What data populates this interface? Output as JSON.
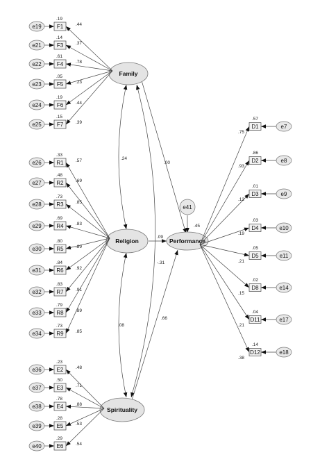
{
  "latents": {
    "family": "Family",
    "religion": "Religion",
    "spirituality": "Spirituality",
    "performance": "Performance"
  },
  "disturbance": {
    "name": "e41",
    "r2": ".45"
  },
  "family_items": [
    {
      "error": "e19",
      "item": "F1",
      "r2": ".19",
      "loading": ".44"
    },
    {
      "error": "e21",
      "item": "F3",
      "r2": ".14",
      "loading": ".37"
    },
    {
      "error": "e22",
      "item": "F4",
      "r2": ".61",
      "loading": ".78"
    },
    {
      "error": "e23",
      "item": "F5",
      "r2": ".05",
      "loading": ".23"
    },
    {
      "error": "e24",
      "item": "F6",
      "r2": ".19",
      "loading": ".44"
    },
    {
      "error": "e25",
      "item": "F7",
      "r2": ".15",
      "loading": ".39"
    }
  ],
  "religion_items": [
    {
      "error": "e26",
      "item": "R1",
      "r2": ".33",
      "loading": ".57"
    },
    {
      "error": "e27",
      "item": "R2",
      "r2": ".48",
      "loading": ".69"
    },
    {
      "error": "e28",
      "item": "R3",
      "r2": ".73",
      "loading": ".85"
    },
    {
      "error": "e29",
      "item": "R4",
      "r2": ".69",
      "loading": ".83"
    },
    {
      "error": "e30",
      "item": "R5",
      "r2": ".80",
      "loading": ".89"
    },
    {
      "error": "e31",
      "item": "R6",
      "r2": ".84",
      "loading": ".92"
    },
    {
      "error": "e32",
      "item": "R7",
      "r2": ".83",
      "loading": ".91"
    },
    {
      "error": "e33",
      "item": "R8",
      "r2": ".79",
      "loading": ".89"
    },
    {
      "error": "e34",
      "item": "R9",
      "r2": ".73",
      "loading": ".85"
    }
  ],
  "spirituality_items": [
    {
      "error": "e36",
      "item": "E2",
      "r2": ".23",
      "loading": ".48"
    },
    {
      "error": "e37",
      "item": "E3",
      "r2": ".50",
      "loading": ".71"
    },
    {
      "error": "e38",
      "item": "E4",
      "r2": ".78",
      "loading": ".88"
    },
    {
      "error": "e39",
      "item": "E5",
      "r2": ".28",
      "loading": ".53"
    },
    {
      "error": "e40",
      "item": "E6",
      "r2": ".29",
      "loading": ".54"
    }
  ],
  "performance_items": [
    {
      "item": "D1",
      "error": "e7",
      "r2": ".57",
      "loading": ".75"
    },
    {
      "item": "D2",
      "error": "e8",
      "r2": ".86",
      "loading": ".93"
    },
    {
      "item": "D3",
      "error": "e9",
      "r2": ".01",
      "loading": ".12"
    },
    {
      "item": "D4",
      "error": "e10",
      "r2": ".03",
      "loading": ".19"
    },
    {
      "item": "D5",
      "error": "e11",
      "r2": ".05",
      "loading": ".21"
    },
    {
      "item": "D8",
      "error": "e14",
      "r2": ".02",
      "loading": ".15"
    },
    {
      "item": "D11",
      "error": "e17",
      "r2": ".04",
      "loading": ".21"
    },
    {
      "item": "D12",
      "error": "e18",
      "r2": ".14",
      "loading": ".38"
    }
  ],
  "structural": {
    "family_performance": ".00",
    "religion_performance": ".09",
    "spirituality_performance": ".66"
  },
  "covariances": {
    "family_religion": ".24",
    "religion_spirituality": ".08",
    "family_spirituality": "-.31"
  }
}
